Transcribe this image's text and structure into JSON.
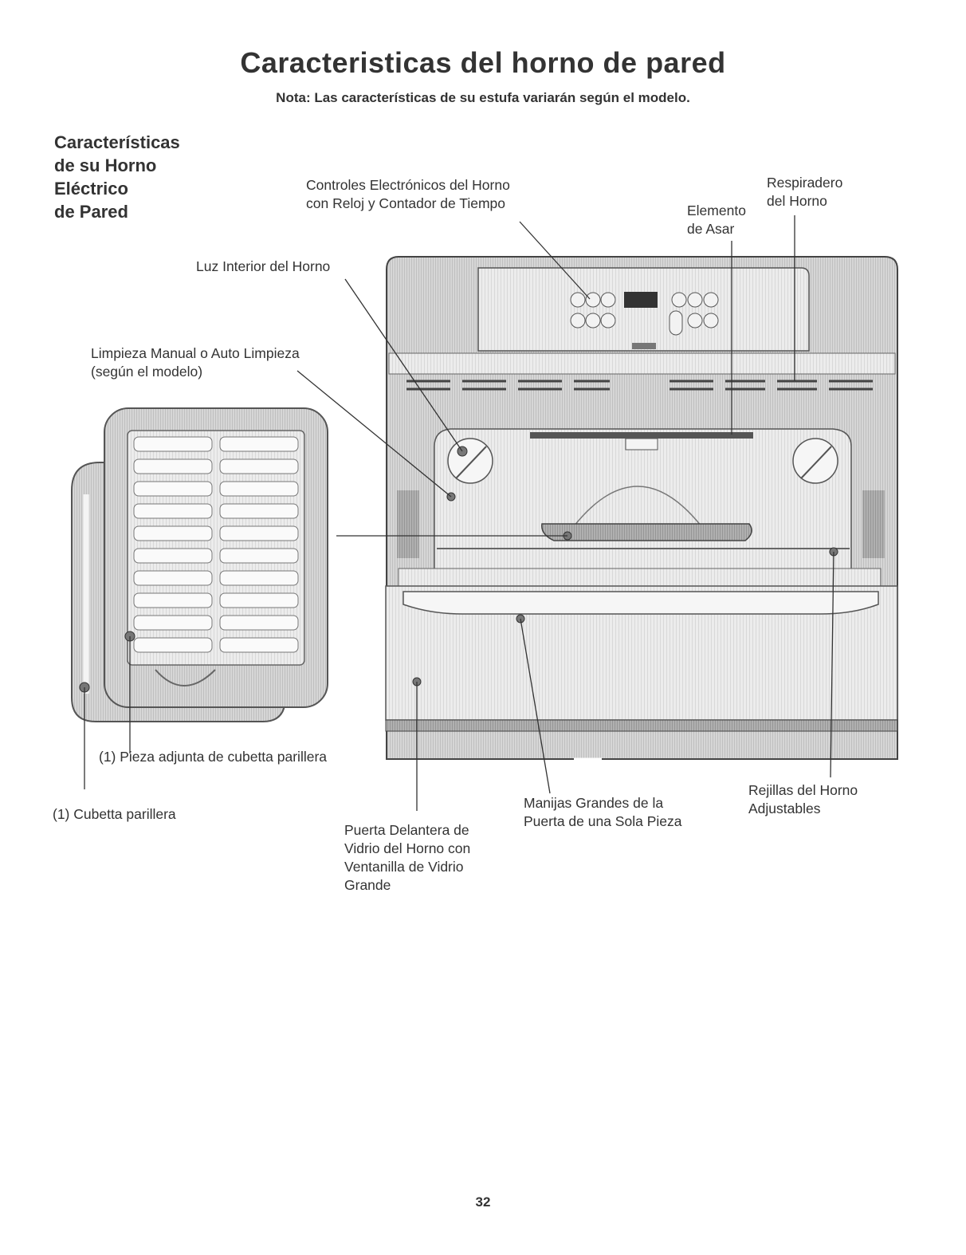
{
  "page": {
    "title": "Caracteristicas del horno de pared",
    "note": "Nota: Las características de su estufa variarán según el modelo.",
    "side_heading": "Características\nde su Horno\nEléctrico\nde Pared",
    "page_number": "32"
  },
  "labels": {
    "controls": "Controles Electrónicos del Horno\ncon Reloj y Contador de Tiempo",
    "vent": "Respiradero\ndel Horno",
    "broil": "Elemento\nde Asar",
    "light": "Luz Interior del Horno",
    "cleaning": "Limpieza Manual o Auto Limpieza\n(según el modelo)",
    "broiler_insert": "(1) Pieza adjunta de cubetta parillera",
    "broiler_pan": "(1) Cubetta parillera",
    "door": "Puerta Delantera de\nVidrio del Horno con\nVentanilla de Vidrio\nGrande",
    "handle": "Manijas Grandes de la\nPuerta de una Sola Pieza",
    "racks": "Rejillas del Horno\nAdjustables"
  },
  "colors": {
    "ink": "#333333",
    "oven_gray": "#c8c8c8",
    "panel_light": "#e2e2e2",
    "dark_gray": "#8a8a8a"
  }
}
